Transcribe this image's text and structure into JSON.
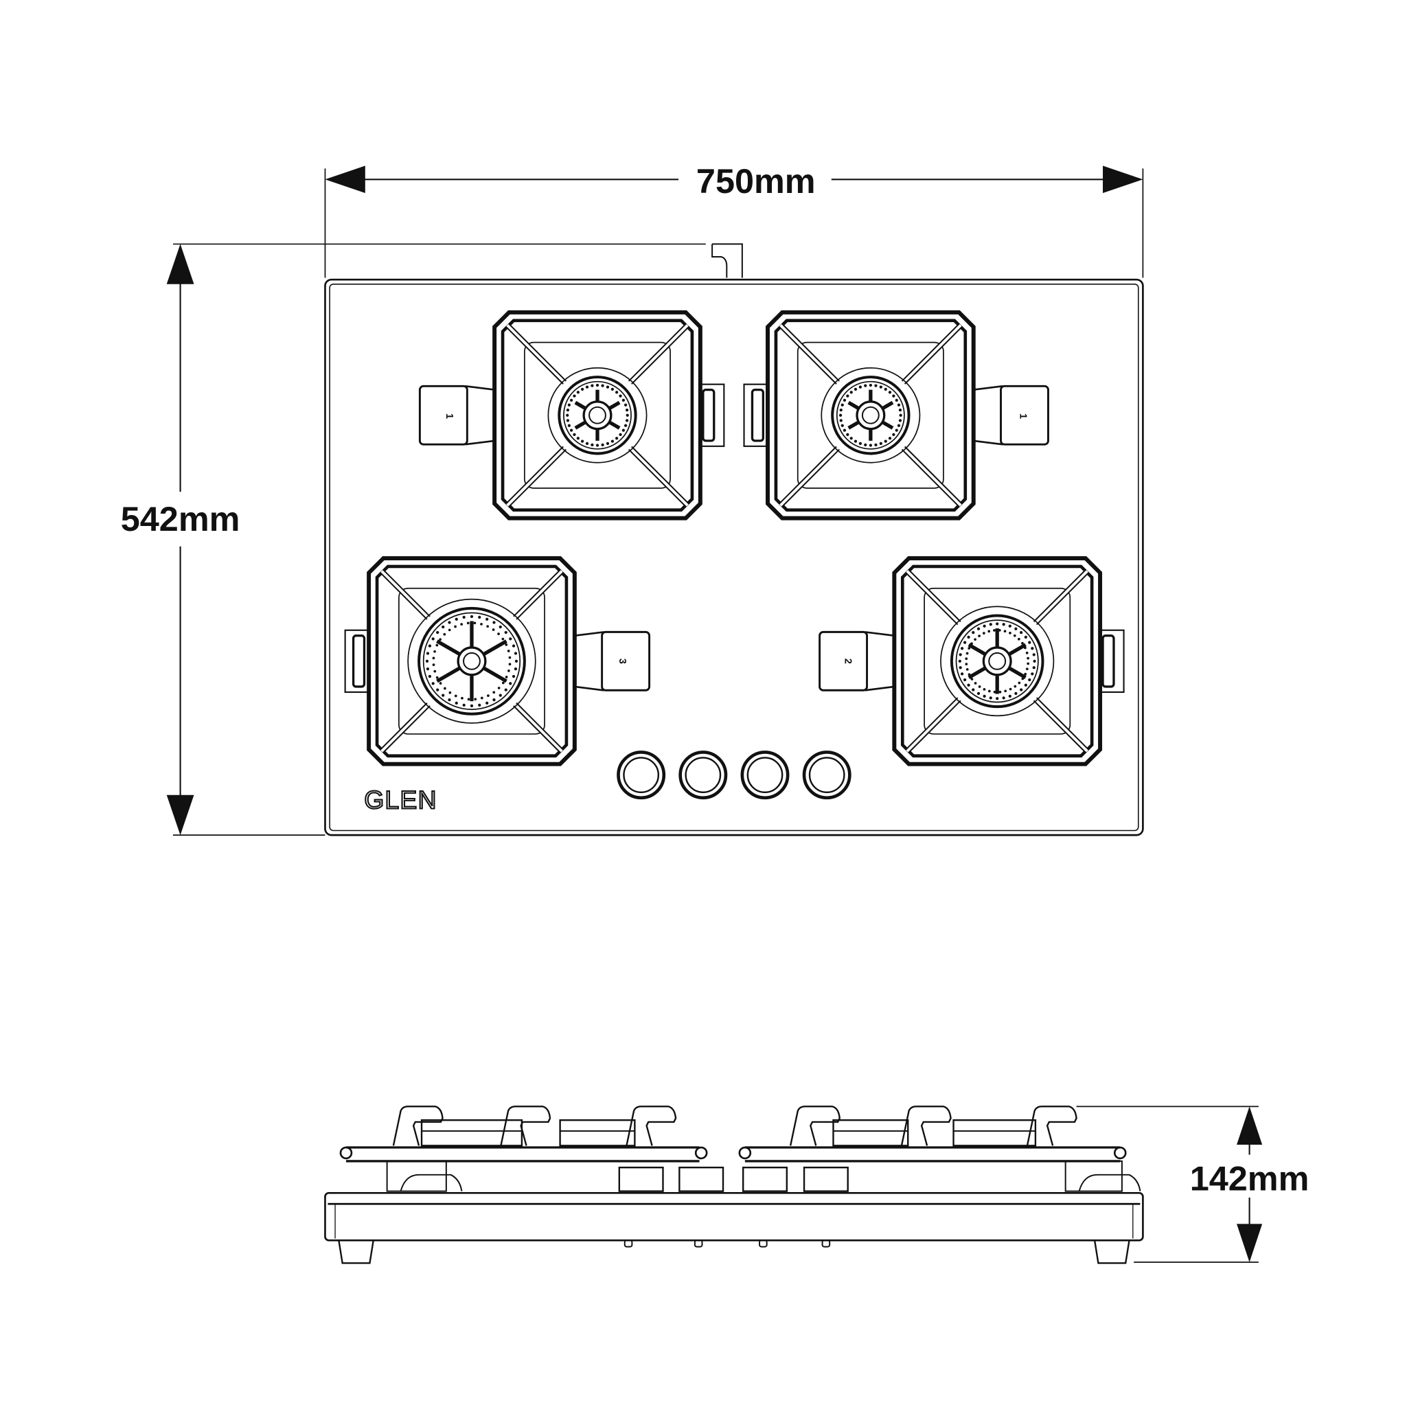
{
  "dimensions": {
    "width": "750mm",
    "depth": "542mm",
    "height": "142mm"
  },
  "brand": "GLEN",
  "burner_labels": [
    "1",
    "1",
    "3",
    "2"
  ],
  "colors": {
    "line": "#111111",
    "background": "#ffffff"
  }
}
